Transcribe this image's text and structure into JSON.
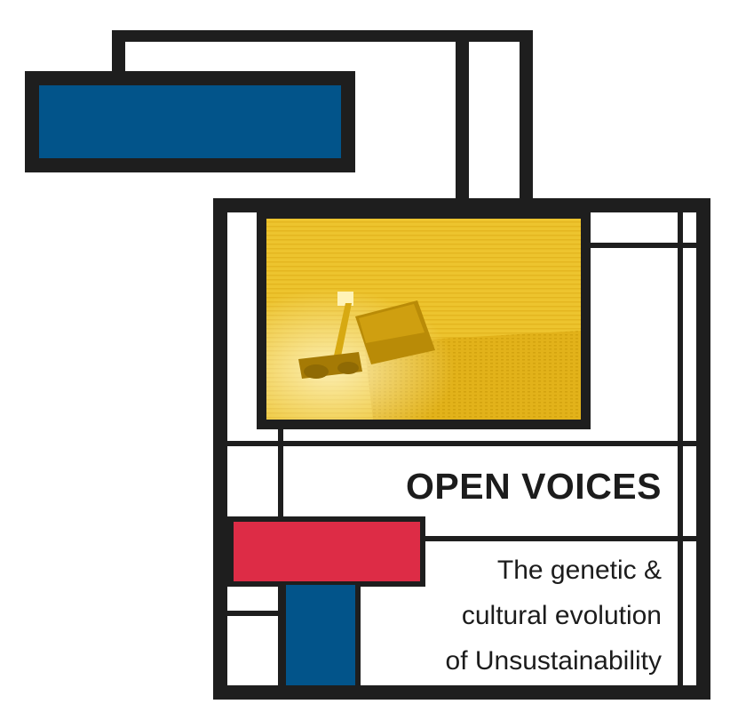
{
  "title": "OPEN VOICES",
  "subtitle_lines": [
    "The genetic &",
    "cultural evolution",
    "of Unsustainability"
  ],
  "image": {
    "subject": "aerial view of a combine harvester in a wheat field",
    "tint": "yellow duotone"
  },
  "colors": {
    "line": "#1e1e1e",
    "blue": "#02548a",
    "red": "#dd2c46",
    "yellow": "#ecc22a",
    "text": "#1c1c1c"
  }
}
